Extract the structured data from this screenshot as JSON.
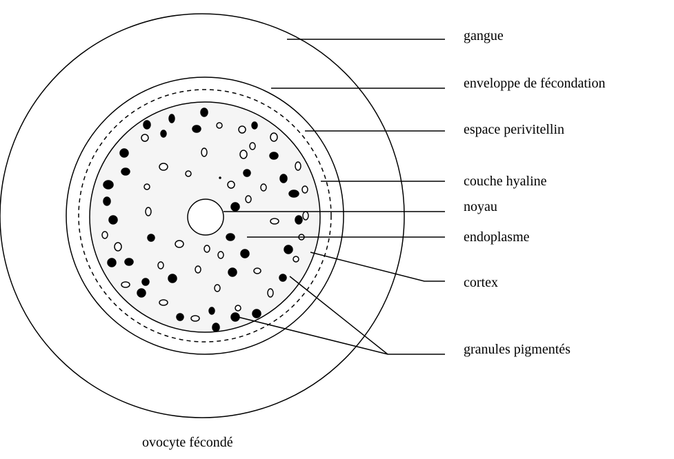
{
  "labels": {
    "gangue": "gangue",
    "enveloppe": "enveloppe de fécondation",
    "espace": "espace perivitellin",
    "couche": "couche hyaline",
    "noyau": "noyau",
    "endoplasme": "endoplasme",
    "cortex": "cortex",
    "granules": "granules pigmentés"
  },
  "caption": "ovocyte fécondé",
  "colors": {
    "stroke": "#000000",
    "cytoplasm_fill": "#f5f5f5",
    "granule_fill": "#000000",
    "background": "#ffffff"
  }
}
